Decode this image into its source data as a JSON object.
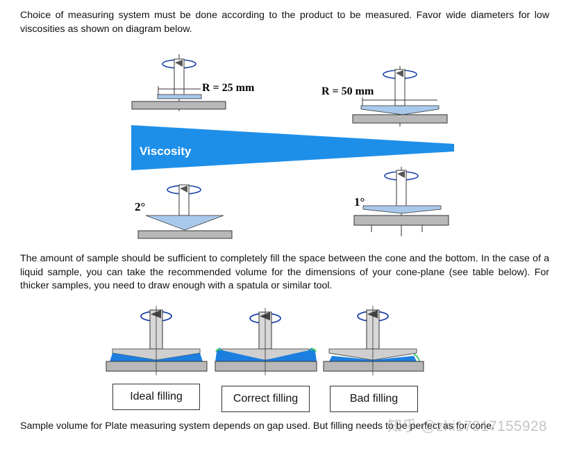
{
  "paragraphs": {
    "intro": "Choice of measuring system must be done according to the product to be measured. Favor wide diameters for low viscosities as shown on diagram below.",
    "sample": "The amount of sample should be sufficient to completely fill the space between the cone and the bottom. In the case of a liquid sample, you can take the recommended volume for the dimensions of your cone-plane (see table below). For thicker samples, you need to draw enough with a spatula or similar tool.",
    "plate": "Sample volume for Plate measuring system depends on gap used. But filling needs to be perfect as for cone."
  },
  "diagram_top": {
    "radius_small": "R = 25 mm",
    "radius_large": "R = 50 mm",
    "arrow_label": "Viscosity",
    "angle_large": "2°",
    "angle_small": "1°"
  },
  "filling_labels": [
    "Ideal filling",
    "Correct filling",
    "Bad filling"
  ],
  "watermark": "知乎 @zhi17817155928",
  "colors": {
    "arrow_blue": "#1e8fe8",
    "cone_blue": "#a9c9ec",
    "plate_gray": "#b8b8b8",
    "sample_blue": "#1c7fe0"
  }
}
